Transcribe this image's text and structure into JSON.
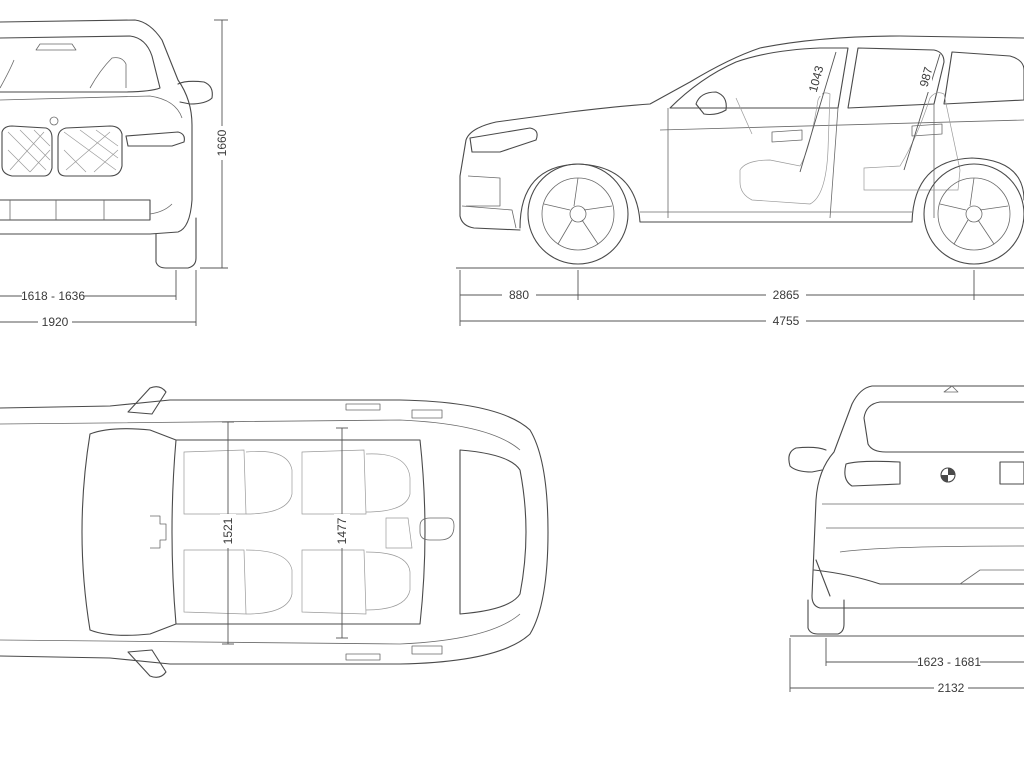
{
  "views": {
    "front": {
      "height": "1660",
      "track": "1618 - 1636",
      "width": "1920"
    },
    "side": {
      "front_headroom": "1043",
      "rear_headroom": "987",
      "front_overhang": "880",
      "wheelbase": "2865",
      "length": "4755"
    },
    "top": {
      "front_shoulder": "1521",
      "rear_shoulder": "1477"
    },
    "rear": {
      "track": "1623 - 1681",
      "width_mirrors": "2132"
    }
  },
  "colors": {
    "line": "#4a4a4a",
    "background": "#ffffff"
  }
}
